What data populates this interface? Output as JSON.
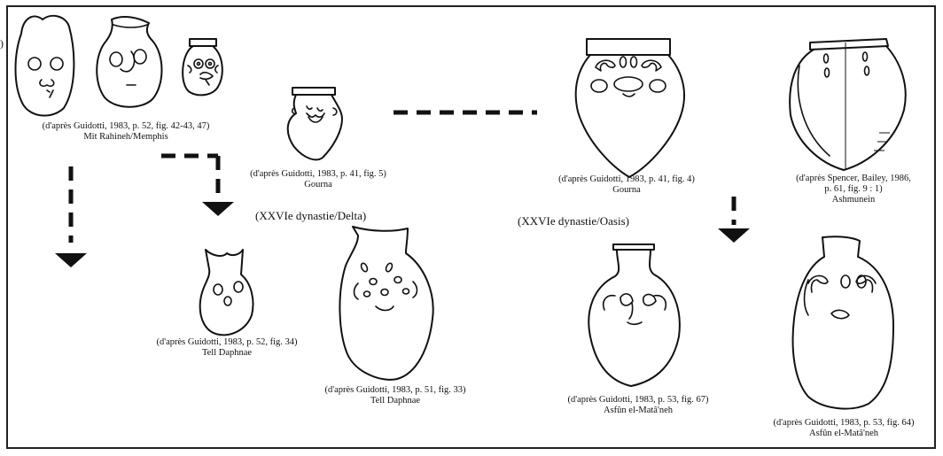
{
  "edge_label": ")",
  "captions": {
    "c1": {
      "ref": "(d'après Guidotti, 1983, p. 52, fig. 42-43, 47)",
      "site": "Mit Rahineh/Memphis"
    },
    "c2": {
      "ref": "(d'après Guidotti, 1983, p. 41, fig. 5)",
      "site": "Gourna"
    },
    "c3": {
      "ref": "(d'après Guidotti, 1983, p. 41, fig. 4)",
      "site": "Gourna"
    },
    "c4": {
      "ref1": "(d'après Spencer, Bailey, 1986,",
      "ref2": "p. 61, fig. 9 : 1)",
      "site": "Ashmunein"
    },
    "c5": {
      "ref": "(d'après Guidotti, 1983, p. 52, fig. 34)",
      "site": "Tell Daphnae"
    },
    "c6": {
      "ref": "(d'après Guidotti, 1983, p. 51, fig. 33)",
      "site": "Tell Daphnae"
    },
    "c7": {
      "ref": "(d'après Guidotti, 1983, p. 53, fig. 67)",
      "site": "Asfûn el-Matâ'neh"
    },
    "c8": {
      "ref": "(d'après Guidotti, 1983, p. 53, fig. 64)",
      "site": "Asfûn el-Matâ'neh"
    }
  },
  "headings": {
    "delta": "(XXVIe dynastie/Delta)",
    "oasis": "(XXVIe dynastie/Oasis)"
  }
}
